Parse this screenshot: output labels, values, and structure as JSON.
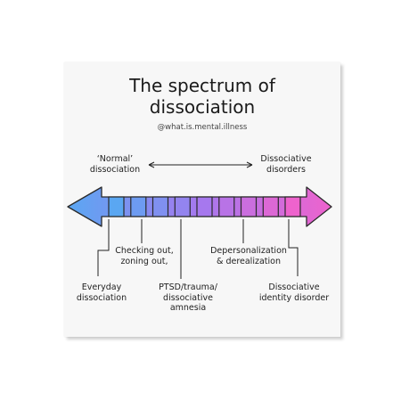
{
  "title_line1": "The spectrum of",
  "title_line2": "dissociation",
  "handle": "@what.is.mental.illness",
  "top_left": {
    "line1": "‘Normal’",
    "line2": "dissociation"
  },
  "top_right": {
    "line1": "Dissociative",
    "line2": "disorders"
  },
  "labels": {
    "everyday": {
      "line1": "Everyday",
      "line2": "dissociation"
    },
    "checking": {
      "line1": "Checking out,",
      "line2": "zoning out,"
    },
    "ptsd": {
      "line1": "PTSD/trauma/",
      "line2": "dissociative",
      "line3": "amnesia"
    },
    "deperson": {
      "line1": "Depersonalization",
      "line2": "& derealization"
    },
    "did": {
      "line1": "Dissociative",
      "line2": "identity disorder"
    }
  },
  "colors": {
    "left": "#5aa7f2",
    "mid": "#a678ee",
    "right": "#ee63cd",
    "outline": "#2a2a2a"
  },
  "spectrum_boxes": 9
}
